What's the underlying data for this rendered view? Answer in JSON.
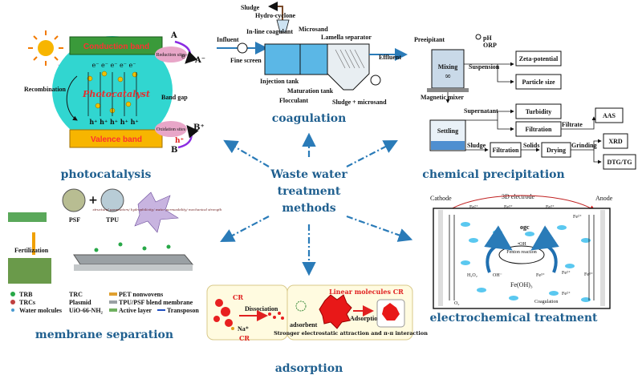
{
  "center": {
    "line1": "Waste water",
    "line2": "treatment",
    "line3": "methods"
  },
  "sections": {
    "photocatalysis": "photocatalysis",
    "coagulation": "coagulation",
    "chemical_precipitation": "chemical precipitation",
    "membrane_separation": "membrane separation",
    "adsorption": "adsorption",
    "electrochemical_treatment": "electrochemical treatment"
  },
  "photo": {
    "conduction_band": "Conduction band",
    "valence_band": "Valence band",
    "photocatalyst": "Photocatalyst",
    "recombination": "Recombination",
    "band_gap": "Band gap",
    "reduction_sites": "Reduction sites",
    "oxidation_sites": "Oxidation sites",
    "A": "A",
    "A_minus": "A⁻",
    "e_minus": "e⁻",
    "B": "B",
    "B_plus": "B⁺",
    "h_plus": "h⁺",
    "electrons": "e⁻  e⁻  e⁻  e⁻  e⁻",
    "holes": "h⁺  h⁺  h⁺  h⁺  h⁺"
  },
  "coag": {
    "sludge": "Sludge",
    "hydrocyclone": "Hydro-cyclone",
    "influent": "Influent",
    "inline_coagulant": "In-line coagulant",
    "microsand": "Microsand",
    "lamella": "Lamella separator",
    "fine_screen": "Fine screen",
    "effluent": "Effluent",
    "injection_tank": "Injection tank",
    "maturation_tank": "Maturation tank",
    "flocculant": "Flocculant",
    "sludge_microsand": "Sludge + microsand"
  },
  "precip": {
    "precipitant": "Preeipitant",
    "ph": "pH",
    "orp": "ORP",
    "mixing": "Mixing",
    "magnetic_mixer": "Magnetic mixer",
    "suspension": "Suspension",
    "zeta": "Zeta-potential",
    "particle": "Particle size",
    "supernatant": "Supernatant",
    "turbidity": "Turbidity",
    "filtration": "Filtration",
    "filtrate": "Filtrate",
    "aas": "AAS",
    "settling": "Settling",
    "sludge": "Sludge",
    "filtration2": "Filtration",
    "solids": "Solids",
    "drying": "Drying",
    "grinding": "Grinding",
    "xrd": "XRD",
    "dtg": "DTG/TG"
  },
  "membrane": {
    "psf": "PSF",
    "plus": "+",
    "tpu": "TPU",
    "fertilization": "Fertilization",
    "trb": "TRB",
    "trcs": "TRCs",
    "water": "Water molcules",
    "trc": "TRC",
    "plasmid": "Plasmid",
    "uio": "UiO-66-NH₂",
    "pet": "PET nonwovens",
    "tpu_psf": "TPU/PSF blend membrane",
    "active": "Active layer",
    "transposon": "Transposon",
    "props": "structural parameters/ hydrophilicity/ water permeability/ mechanical strength"
  },
  "ads": {
    "cr1": "CR",
    "dissociation": "Dissociation",
    "na": "Na⁺",
    "cr2": "CR",
    "adsorbent": "adsorbent",
    "linear": "Linear molecules CR",
    "space": "Adsorption space",
    "stronger": "Stronger electrostatic attraction and π-π interaction"
  },
  "electro": {
    "cathode": "Cathode",
    "electrode": "3D electrode",
    "anode": "Anode",
    "fe2a": "Fe²⁺",
    "fe3a": "Fe³⁺",
    "fe3b": "Fe³⁺",
    "fe2b": "Fe²⁺",
    "fe2c": "Fe²⁺",
    "ogc": "ogc",
    "oh": "•OH",
    "fenton": "Fenton reaction",
    "h2o2": "H₂O₂",
    "ohminus": "OH⁻",
    "fe3c": "Fe³⁺",
    "fe2d": "Fe²⁺",
    "feoh": "Fe(OH)₃",
    "o2": "O₂",
    "coagulation": "Coagulation",
    "fe2e": "Fe²⁺",
    "fe3d": "Fe³⁺"
  },
  "colors": {
    "title": "#1f5f8f",
    "arrow": "#2a7bb8",
    "red": "#e02020"
  }
}
